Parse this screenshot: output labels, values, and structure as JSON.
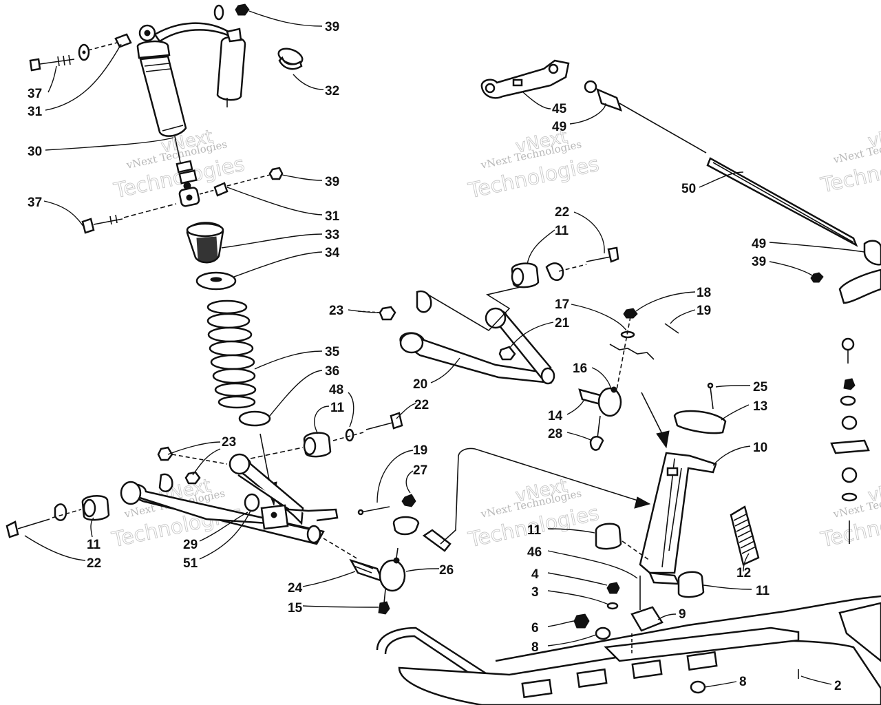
{
  "watermark": {
    "brand": "vNext",
    "line1": "vNext Technologies",
    "line2": "Technologies"
  },
  "callouts": [
    {
      "id": "c39a",
      "label": "39"
    },
    {
      "id": "c32",
      "label": "32"
    },
    {
      "id": "c37a",
      "label": "37"
    },
    {
      "id": "c31a",
      "label": "31"
    },
    {
      "id": "c30",
      "label": "30"
    },
    {
      "id": "c39b",
      "label": "39"
    },
    {
      "id": "c37b",
      "label": "37"
    },
    {
      "id": "c31b",
      "label": "31"
    },
    {
      "id": "c33",
      "label": "33"
    },
    {
      "id": "c34",
      "label": "34"
    },
    {
      "id": "c35",
      "label": "35"
    },
    {
      "id": "c36",
      "label": "36"
    },
    {
      "id": "c48",
      "label": "48"
    },
    {
      "id": "c11a",
      "label": "11"
    },
    {
      "id": "c22a",
      "label": "22"
    },
    {
      "id": "c23a",
      "label": "23"
    },
    {
      "id": "c11b",
      "label": "11"
    },
    {
      "id": "c22b",
      "label": "22"
    },
    {
      "id": "c29",
      "label": "29"
    },
    {
      "id": "c51",
      "label": "51"
    },
    {
      "id": "c24",
      "label": "24"
    },
    {
      "id": "c15",
      "label": "15"
    },
    {
      "id": "c26",
      "label": "26"
    },
    {
      "id": "c19a",
      "label": "19"
    },
    {
      "id": "c27",
      "label": "27"
    },
    {
      "id": "c45",
      "label": "45"
    },
    {
      "id": "c49a",
      "label": "49"
    },
    {
      "id": "c50",
      "label": "50"
    },
    {
      "id": "c22c",
      "label": "22"
    },
    {
      "id": "c11c",
      "label": "11"
    },
    {
      "id": "c23b",
      "label": "23"
    },
    {
      "id": "c17",
      "label": "17"
    },
    {
      "id": "c21",
      "label": "21"
    },
    {
      "id": "c18",
      "label": "18"
    },
    {
      "id": "c19b",
      "label": "19"
    },
    {
      "id": "c20",
      "label": "20"
    },
    {
      "id": "c16",
      "label": "16"
    },
    {
      "id": "c14",
      "label": "14"
    },
    {
      "id": "c28",
      "label": "28"
    },
    {
      "id": "c25",
      "label": "25"
    },
    {
      "id": "c13",
      "label": "13"
    },
    {
      "id": "c10",
      "label": "10"
    },
    {
      "id": "c49b",
      "label": "49"
    },
    {
      "id": "c39c",
      "label": "39"
    },
    {
      "id": "c11d",
      "label": "11"
    },
    {
      "id": "c46",
      "label": "46"
    },
    {
      "id": "c4",
      "label": "4"
    },
    {
      "id": "c3",
      "label": "3"
    },
    {
      "id": "c6",
      "label": "6"
    },
    {
      "id": "c8a",
      "label": "8"
    },
    {
      "id": "c9",
      "label": "9"
    },
    {
      "id": "c12",
      "label": "12"
    },
    {
      "id": "c11e",
      "label": "11"
    },
    {
      "id": "c8b",
      "label": "8"
    },
    {
      "id": "c2",
      "label": "2"
    }
  ]
}
